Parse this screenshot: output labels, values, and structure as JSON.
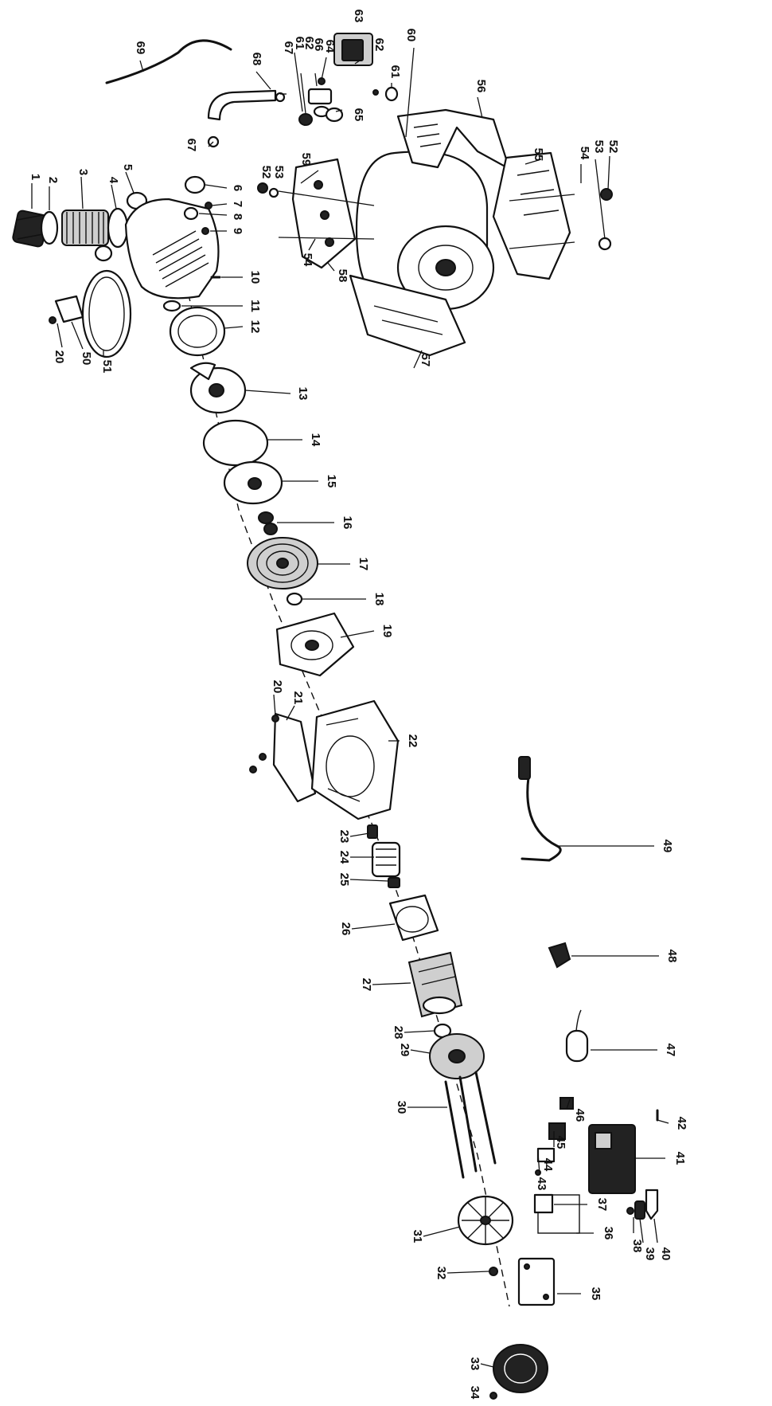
{
  "labels": [
    {
      "id": "1",
      "text": "1"
    },
    {
      "id": "2",
      "text": "2"
    },
    {
      "id": "3",
      "text": "3"
    },
    {
      "id": "4",
      "text": "4"
    },
    {
      "id": "5",
      "text": "5"
    },
    {
      "id": "6",
      "text": "6"
    },
    {
      "id": "7",
      "text": "7"
    },
    {
      "id": "8",
      "text": "8"
    },
    {
      "id": "9",
      "text": "9"
    },
    {
      "id": "10",
      "text": "10"
    },
    {
      "id": "11",
      "text": "11"
    },
    {
      "id": "12",
      "text": "12"
    },
    {
      "id": "13",
      "text": "13"
    },
    {
      "id": "14",
      "text": "14"
    },
    {
      "id": "15",
      "text": "15"
    },
    {
      "id": "16",
      "text": "16"
    },
    {
      "id": "17",
      "text": "17"
    },
    {
      "id": "18",
      "text": "18"
    },
    {
      "id": "19",
      "text": "19"
    },
    {
      "id": "20a",
      "text": "20"
    },
    {
      "id": "21",
      "text": "21"
    },
    {
      "id": "22",
      "text": "22"
    },
    {
      "id": "23",
      "text": "23"
    },
    {
      "id": "24",
      "text": "24"
    },
    {
      "id": "25",
      "text": "25"
    },
    {
      "id": "26",
      "text": "26"
    },
    {
      "id": "27",
      "text": "27"
    },
    {
      "id": "28",
      "text": "28"
    },
    {
      "id": "29",
      "text": "29"
    },
    {
      "id": "30",
      "text": "30"
    },
    {
      "id": "31",
      "text": "31"
    },
    {
      "id": "32",
      "text": "32"
    },
    {
      "id": "33",
      "text": "33"
    },
    {
      "id": "34",
      "text": "34"
    },
    {
      "id": "35",
      "text": "35"
    },
    {
      "id": "36",
      "text": "36"
    },
    {
      "id": "37",
      "text": "37"
    },
    {
      "id": "38",
      "text": "38"
    },
    {
      "id": "39",
      "text": "39"
    },
    {
      "id": "40",
      "text": "40"
    },
    {
      "id": "41",
      "text": "41"
    },
    {
      "id": "42",
      "text": "42"
    },
    {
      "id": "43",
      "text": "43"
    },
    {
      "id": "44",
      "text": "44"
    },
    {
      "id": "45",
      "text": "45"
    },
    {
      "id": "46",
      "text": "46"
    },
    {
      "id": "47",
      "text": "47"
    },
    {
      "id": "48",
      "text": "48"
    },
    {
      "id": "49",
      "text": "49"
    },
    {
      "id": "20b",
      "text": "20"
    },
    {
      "id": "50",
      "text": "50"
    },
    {
      "id": "51",
      "text": "51"
    },
    {
      "id": "52a",
      "text": "52"
    },
    {
      "id": "53a",
      "text": "53"
    },
    {
      "id": "54a",
      "text": "54"
    },
    {
      "id": "52b",
      "text": "52"
    },
    {
      "id": "53b",
      "text": "53"
    },
    {
      "id": "54b",
      "text": "54"
    },
    {
      "id": "55",
      "text": "55"
    },
    {
      "id": "56",
      "text": "56"
    },
    {
      "id": "57",
      "text": "57"
    },
    {
      "id": "58",
      "text": "58"
    },
    {
      "id": "59",
      "text": "59"
    },
    {
      "id": "60",
      "text": "60"
    },
    {
      "id": "61a",
      "text": "61"
    },
    {
      "id": "61b",
      "text": "61"
    },
    {
      "id": "62a",
      "text": "62"
    },
    {
      "id": "62b",
      "text": "62"
    },
    {
      "id": "63",
      "text": "63"
    },
    {
      "id": "64",
      "text": "64"
    },
    {
      "id": "65",
      "text": "65"
    },
    {
      "id": "66",
      "text": "66"
    },
    {
      "id": "67a",
      "text": "67"
    },
    {
      "id": "67b",
      "text": "67"
    },
    {
      "id": "68",
      "text": "68"
    },
    {
      "id": "69",
      "text": "69"
    }
  ]
}
